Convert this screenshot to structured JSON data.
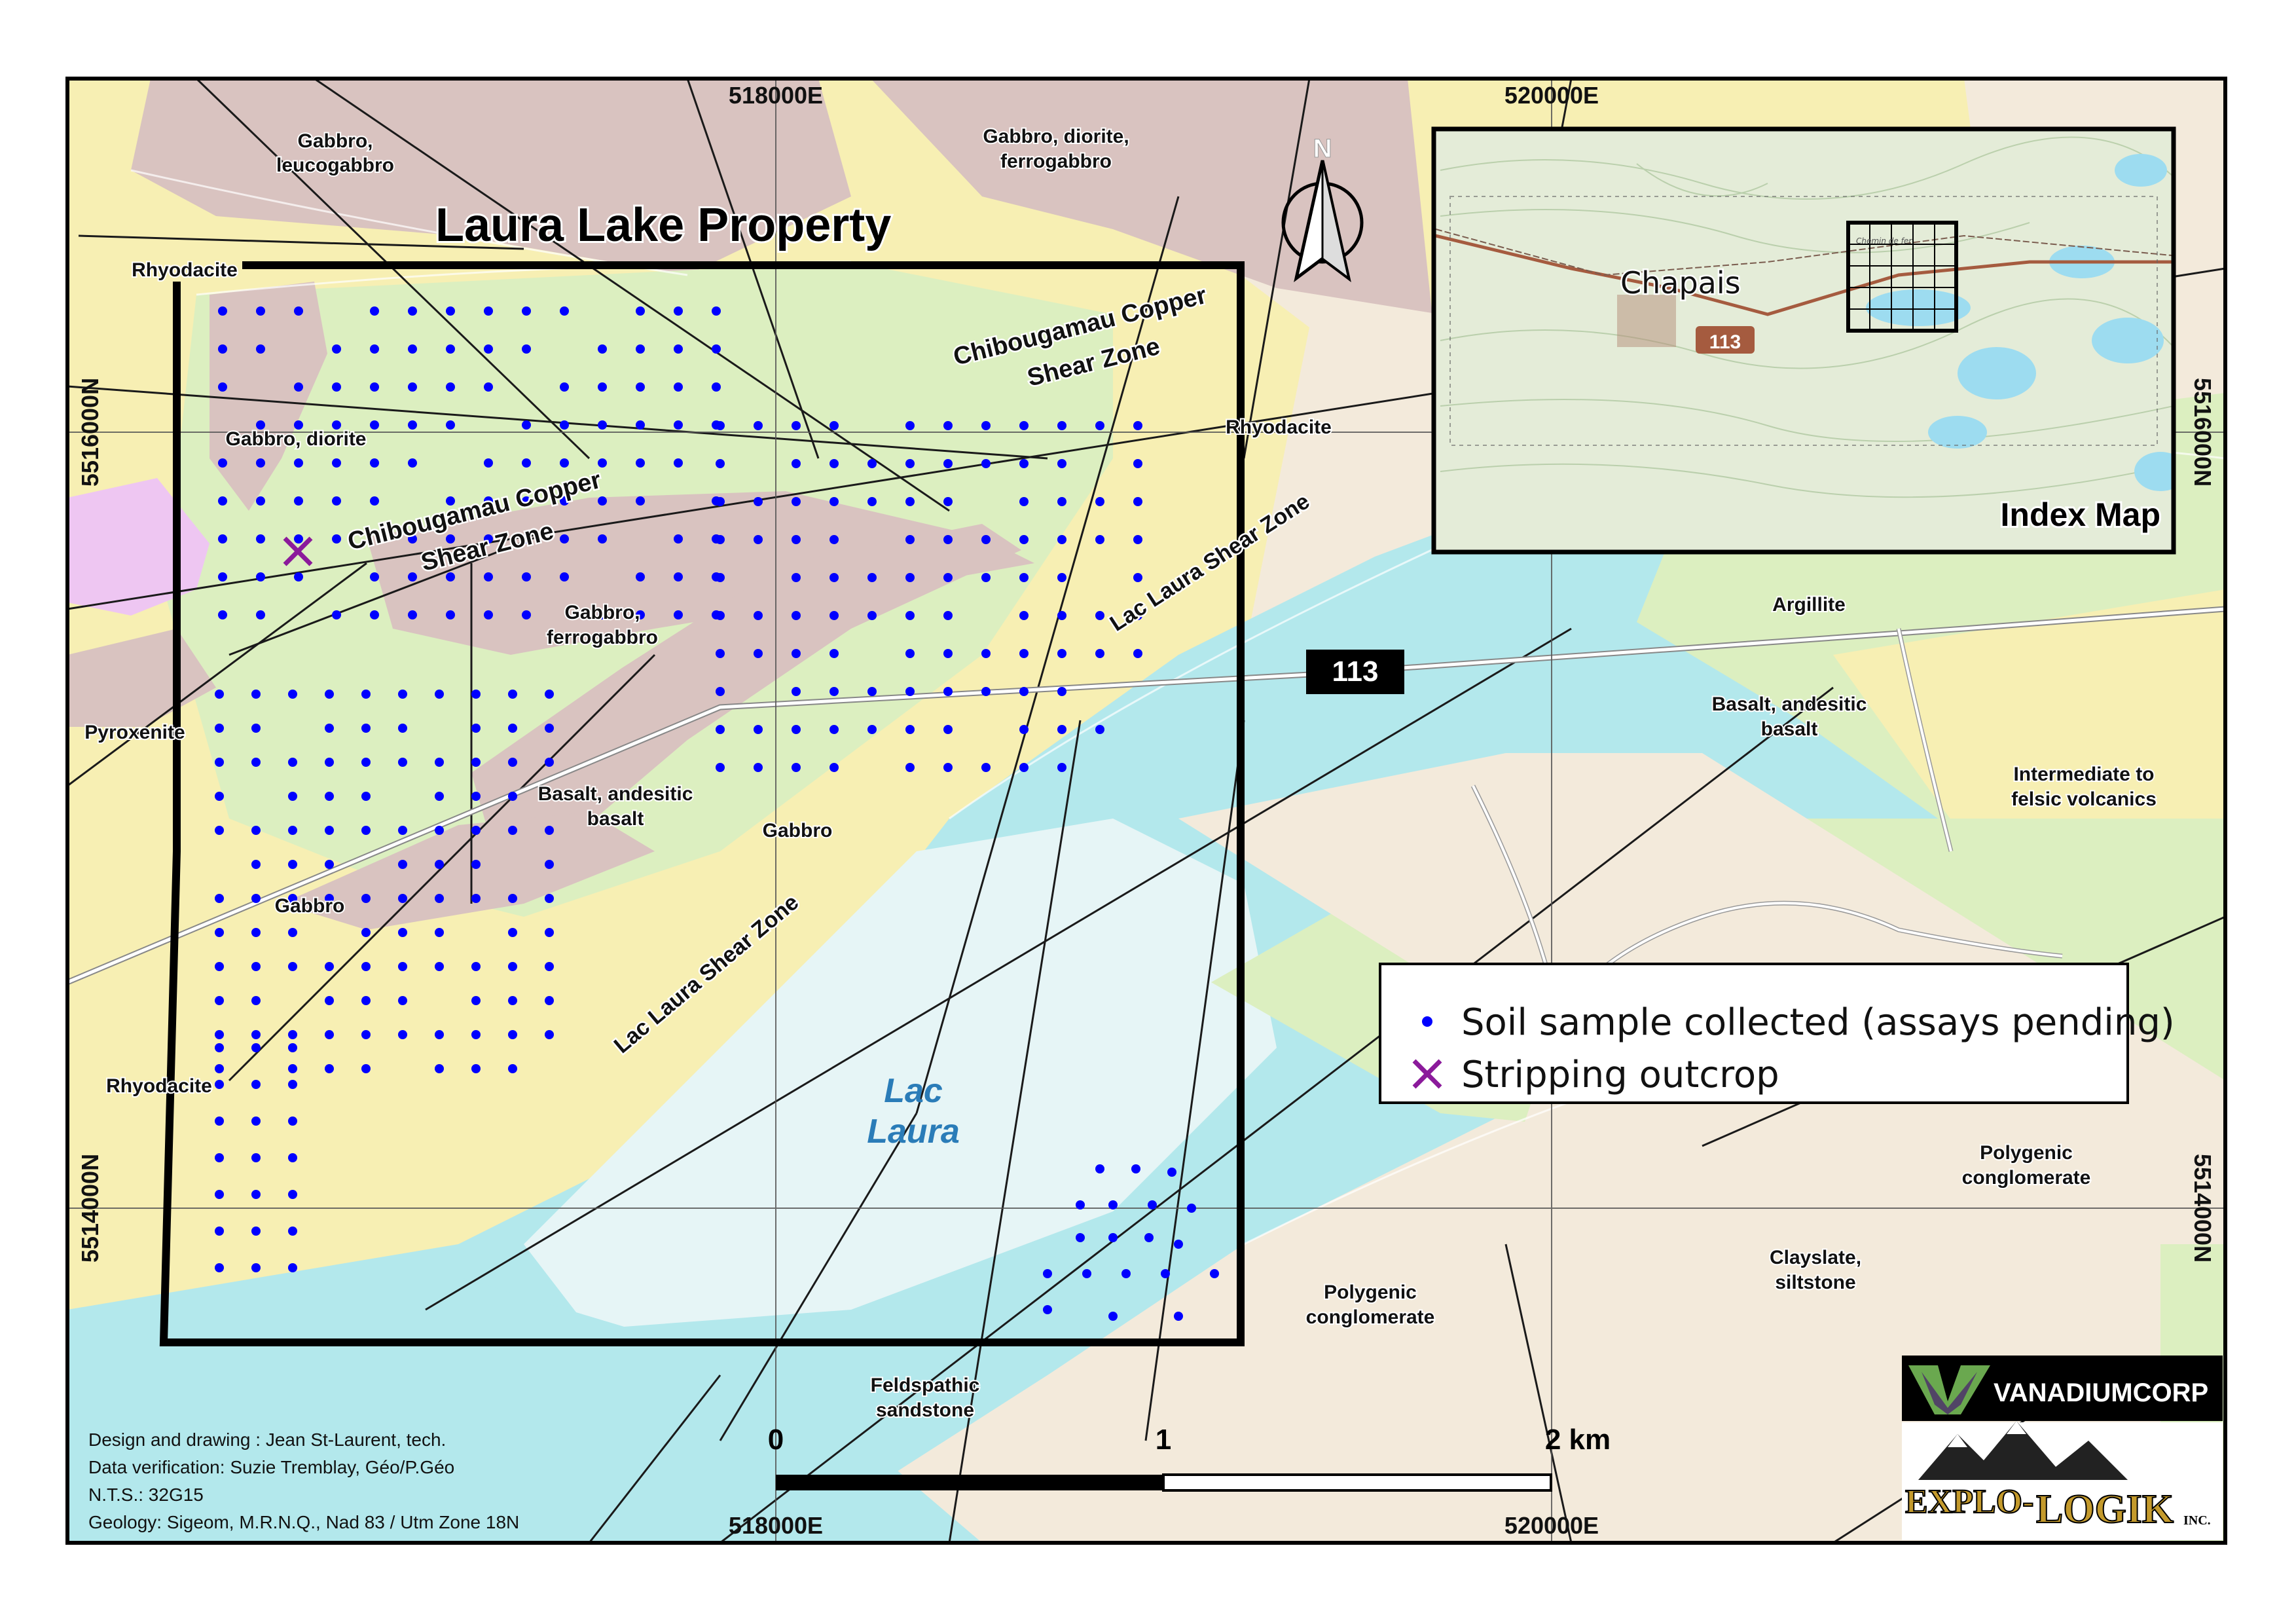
{
  "title": "Laura Lake Property",
  "north_label": "N",
  "index_map": {
    "title": "Index Map",
    "town": "Chapais",
    "highway_shield": "113",
    "small_label": "Chemin de fer"
  },
  "highway_shield": "113",
  "coordinates": {
    "top": [
      "518000E",
      "520000E"
    ],
    "bottom": [
      "518000E",
      "520000E"
    ],
    "left": [
      "5516000N",
      "5514000N"
    ],
    "right": [
      "5516000N",
      "5514000N"
    ]
  },
  "geology_labels": [
    "Gabbro,",
    "leucogabbro",
    "Gabbro, diorite,",
    "ferrogabbro",
    "Rhyodacite",
    "Gabbro, diorite",
    "Rhyodacite",
    "Gabbro,",
    "ferrogabbro",
    "Pyroxenite",
    "Basalt, andesitic",
    "basalt",
    "Gabbro",
    "Gabbro",
    "Rhyodacite",
    "Argillite",
    "Basalt, andesitic",
    "basalt",
    "Intermediate to",
    "felsic volcanics",
    "Polygenic",
    "conglomerate",
    "Clayslate,",
    "siltstone",
    "Polygenic",
    "conglomerate",
    "Feldspathic",
    "sandstone"
  ],
  "structure_labels": {
    "ccsz_1": "Chibougamau Copper",
    "ccsz_2": "Shear Zone",
    "ccsz_b1": "Chibougamau Copper",
    "ccsz_b2": "Shear Zone",
    "llsz": "Lac Laura Shear Zone",
    "llsz_b": "Lac Laura Shear Zone"
  },
  "lake": {
    "line1": "Lac",
    "line2": "Laura"
  },
  "legend": {
    "items": [
      {
        "label": "Soil sample collected (assays pending)",
        "symbol": "blue-dot",
        "color": "#0000ff"
      },
      {
        "label": "Stripping outcrop",
        "symbol": "purple-x",
        "color": "#8b1a9b"
      }
    ]
  },
  "scale_bar": {
    "labels": [
      "0",
      "1",
      "2 km"
    ]
  },
  "credits": [
    "Design and drawing : Jean St-Laurent, tech.",
    "Data verification: Suzie Tremblay, Géo/P.Géo",
    "N.T.S.: 32G15",
    "Geology: Sigeom, M.R.N.Q., Nad 83 / Utm Zone 18N"
  ],
  "logos": {
    "vanadiumcorp": "VANADIUMCORP",
    "explo_1": "EXPLO-",
    "explo_2": "LOGIK",
    "explo_3": "INC."
  },
  "colors": {
    "gabbro_pink": "#d9c3c0",
    "rhyodacite_yellow": "#f7efb3",
    "basalt_green": "#dcefc0",
    "lake_cyan": "#b3e8ec",
    "sandstone_beige": "#f3eadb",
    "pyroxenite_magenta": "#eec6f2",
    "conglomerate_salmon": "#f4b79a",
    "sample_blue": "#0000ff",
    "outcrop_purple": "#8b1a9b"
  }
}
